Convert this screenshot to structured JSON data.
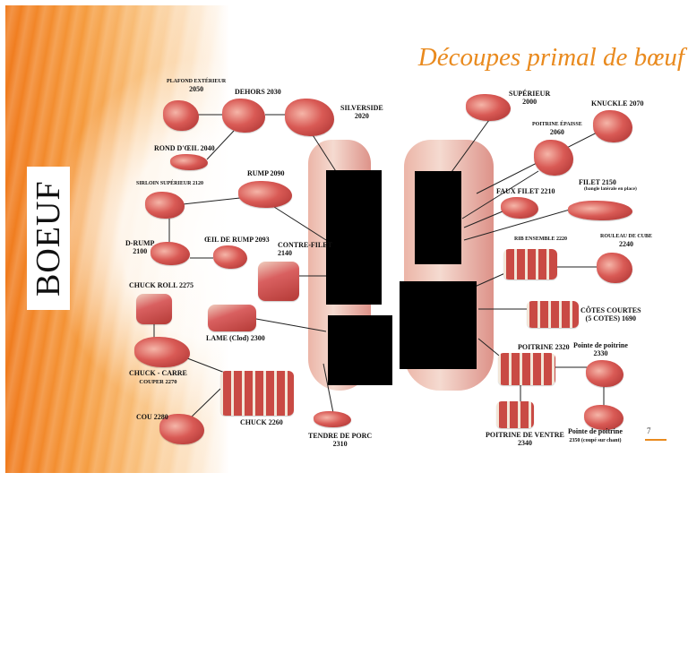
{
  "brand": "BOEUF",
  "title": "Découpes primal de bœuf",
  "page_number": "7",
  "labels": {
    "plafond": [
      "PLAFOND EXTÉRIEUR",
      "2050"
    ],
    "dehors": [
      "DEHORS 2030"
    ],
    "silverside": [
      "SILVERSIDE",
      "2020"
    ],
    "rond": [
      "ROND D'ŒIL 2040"
    ],
    "sirloin": [
      "SIRLOIN SUPÉRIEUR 2120"
    ],
    "rump": [
      "RUMP 2090"
    ],
    "drump": [
      "D-RUMP",
      "2100"
    ],
    "oeil_rump": [
      "ŒIL DE RUMP 2093"
    ],
    "contre_filet": [
      "CONTRE-FILET",
      "2140"
    ],
    "chuck_roll": [
      "CHUCK ROLL 2275"
    ],
    "lame": [
      "LAME (Clod) 2300"
    ],
    "chuck_carre": [
      "CHUCK - CARRE",
      "COUPER 2270"
    ],
    "cou": [
      "COU 2280"
    ],
    "chuck": [
      "CHUCK 2260"
    ],
    "tendre": [
      "TENDRE DE PORC",
      "2310"
    ],
    "superieur": [
      "SUPÉRIEUR",
      "2000"
    ],
    "knuckle": [
      "KNUCKLE 2070"
    ],
    "poitrine_epaisse": [
      "POITRINE ÉPAISSE",
      "2060"
    ],
    "faux_filet": [
      "FAUX FILET 2210"
    ],
    "filet": [
      "FILET 2150",
      "(bangle latérale en place)"
    ],
    "rib": [
      "RIB ENSEMBLE 2220"
    ],
    "rouleau": [
      "ROULEAU DE CUBE",
      "2240"
    ],
    "cotes": [
      "CÔTES COURTES",
      "(5 COTES) 1690"
    ],
    "poitrine": [
      "POITRINE 2320"
    ],
    "pointe1": [
      "Pointe de poitrine",
      "2330"
    ],
    "pointe2": [
      "Pointe de poitrine",
      "2350 (coupé sur chant)"
    ],
    "ventre": [
      "POITRINE DE VENTRE",
      "2340"
    ]
  }
}
